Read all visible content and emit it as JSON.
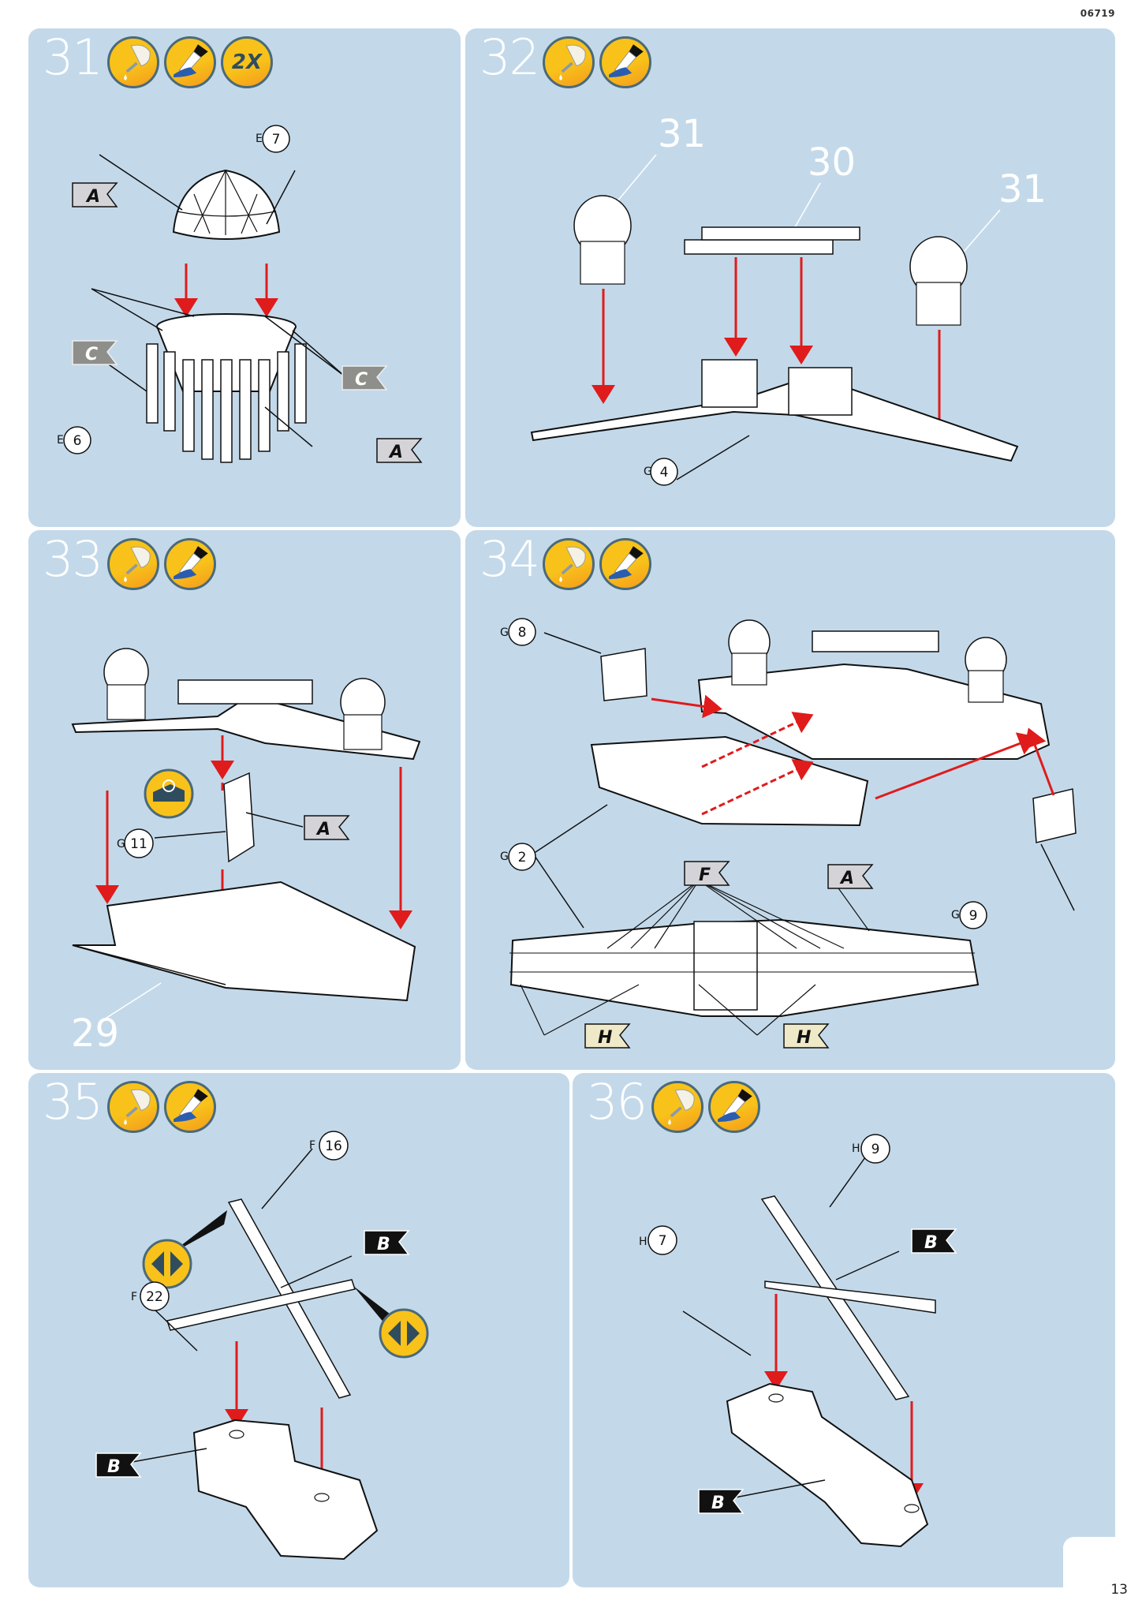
{
  "document": {
    "code": "06719",
    "page_number": "13"
  },
  "colors": {
    "panel_bg": "#c3d9ea",
    "arrow_red": "#e01b1b",
    "icon_yellow": "#f8c21a",
    "icon_border": "#4a6a7a",
    "flag_grey": "#d4d4d8",
    "flag_dark_grey": "#8e8e8a",
    "flag_black": "#111111",
    "flag_cream": "#efe9c8"
  },
  "steps": [
    {
      "number": "31",
      "icons": [
        "glue-icon",
        "paint-icon",
        "repeat-2x-icon"
      ],
      "repeat_label": "2X",
      "callouts": [
        {
          "sprue": "E",
          "part": "7"
        },
        {
          "sprue": "E",
          "part": "6"
        }
      ],
      "flags": [
        "A",
        "C",
        "C",
        "A"
      ]
    },
    {
      "number": "32",
      "icons": [
        "glue-icon",
        "paint-icon"
      ],
      "references": [
        "31",
        "30",
        "31"
      ],
      "callouts": [
        {
          "sprue": "G",
          "part": "4"
        }
      ]
    },
    {
      "number": "33",
      "icons": [
        "glue-icon",
        "paint-icon"
      ],
      "extra_icon": "tape-dispenser-icon",
      "references": [
        "29"
      ],
      "callouts": [
        {
          "sprue": "G",
          "part": "11"
        }
      ],
      "flags": [
        "A"
      ]
    },
    {
      "number": "34",
      "icons": [
        "glue-icon",
        "paint-icon"
      ],
      "callouts": [
        {
          "sprue": "G",
          "part": "8"
        },
        {
          "sprue": "G",
          "part": "2"
        },
        {
          "sprue": "G",
          "part": "9"
        }
      ],
      "flags": [
        "F",
        "A",
        "H",
        "H"
      ]
    },
    {
      "number": "35",
      "icons": [
        "glue-icon",
        "paint-icon"
      ],
      "extra_icon": "snap-fit-icon",
      "callouts": [
        {
          "sprue": "F",
          "part": "16"
        },
        {
          "sprue": "F",
          "part": "22"
        }
      ],
      "flags": [
        "B",
        "B"
      ]
    },
    {
      "number": "36",
      "icons": [
        "glue-icon",
        "paint-icon"
      ],
      "callouts": [
        {
          "sprue": "H",
          "part": "9"
        },
        {
          "sprue": "H",
          "part": "7"
        }
      ],
      "flags": [
        "B",
        "B"
      ]
    }
  ]
}
